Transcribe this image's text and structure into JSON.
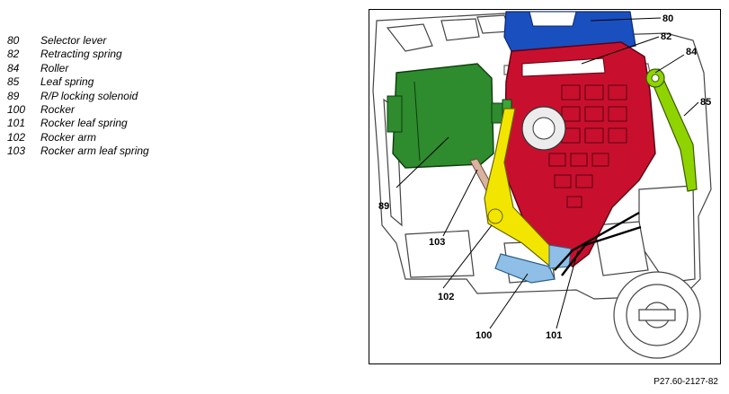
{
  "legend": [
    {
      "num": "80",
      "label": "Selector lever"
    },
    {
      "num": "82",
      "label": "Retracting spring"
    },
    {
      "num": "84",
      "label": "Roller"
    },
    {
      "num": "85",
      "label": "Leaf spring"
    },
    {
      "num": "89",
      "label": "R/P locking solenoid"
    },
    {
      "num": "100",
      "label": "Rocker"
    },
    {
      "num": "101",
      "label": "Rocker leaf spring"
    },
    {
      "num": "102",
      "label": "Rocker arm"
    },
    {
      "num": "103",
      "label": "Rocker arm leaf spring"
    }
  ],
  "callouts": {
    "c80": "80",
    "c82": "82",
    "c84": "84",
    "c85": "85",
    "c89": "89",
    "c103": "103",
    "c102": "102",
    "c100": "100",
    "c101": "101"
  },
  "reference_code": "P27.60-2127-82",
  "colors": {
    "selector_lever": "#1a4fc0",
    "rocker_housing": "#c8102e",
    "solenoid": "#2e8b2e",
    "leaf_spring": "#8fd400",
    "rocker_arm": "#f2e600",
    "rocker": "#8fbfe6"
  }
}
